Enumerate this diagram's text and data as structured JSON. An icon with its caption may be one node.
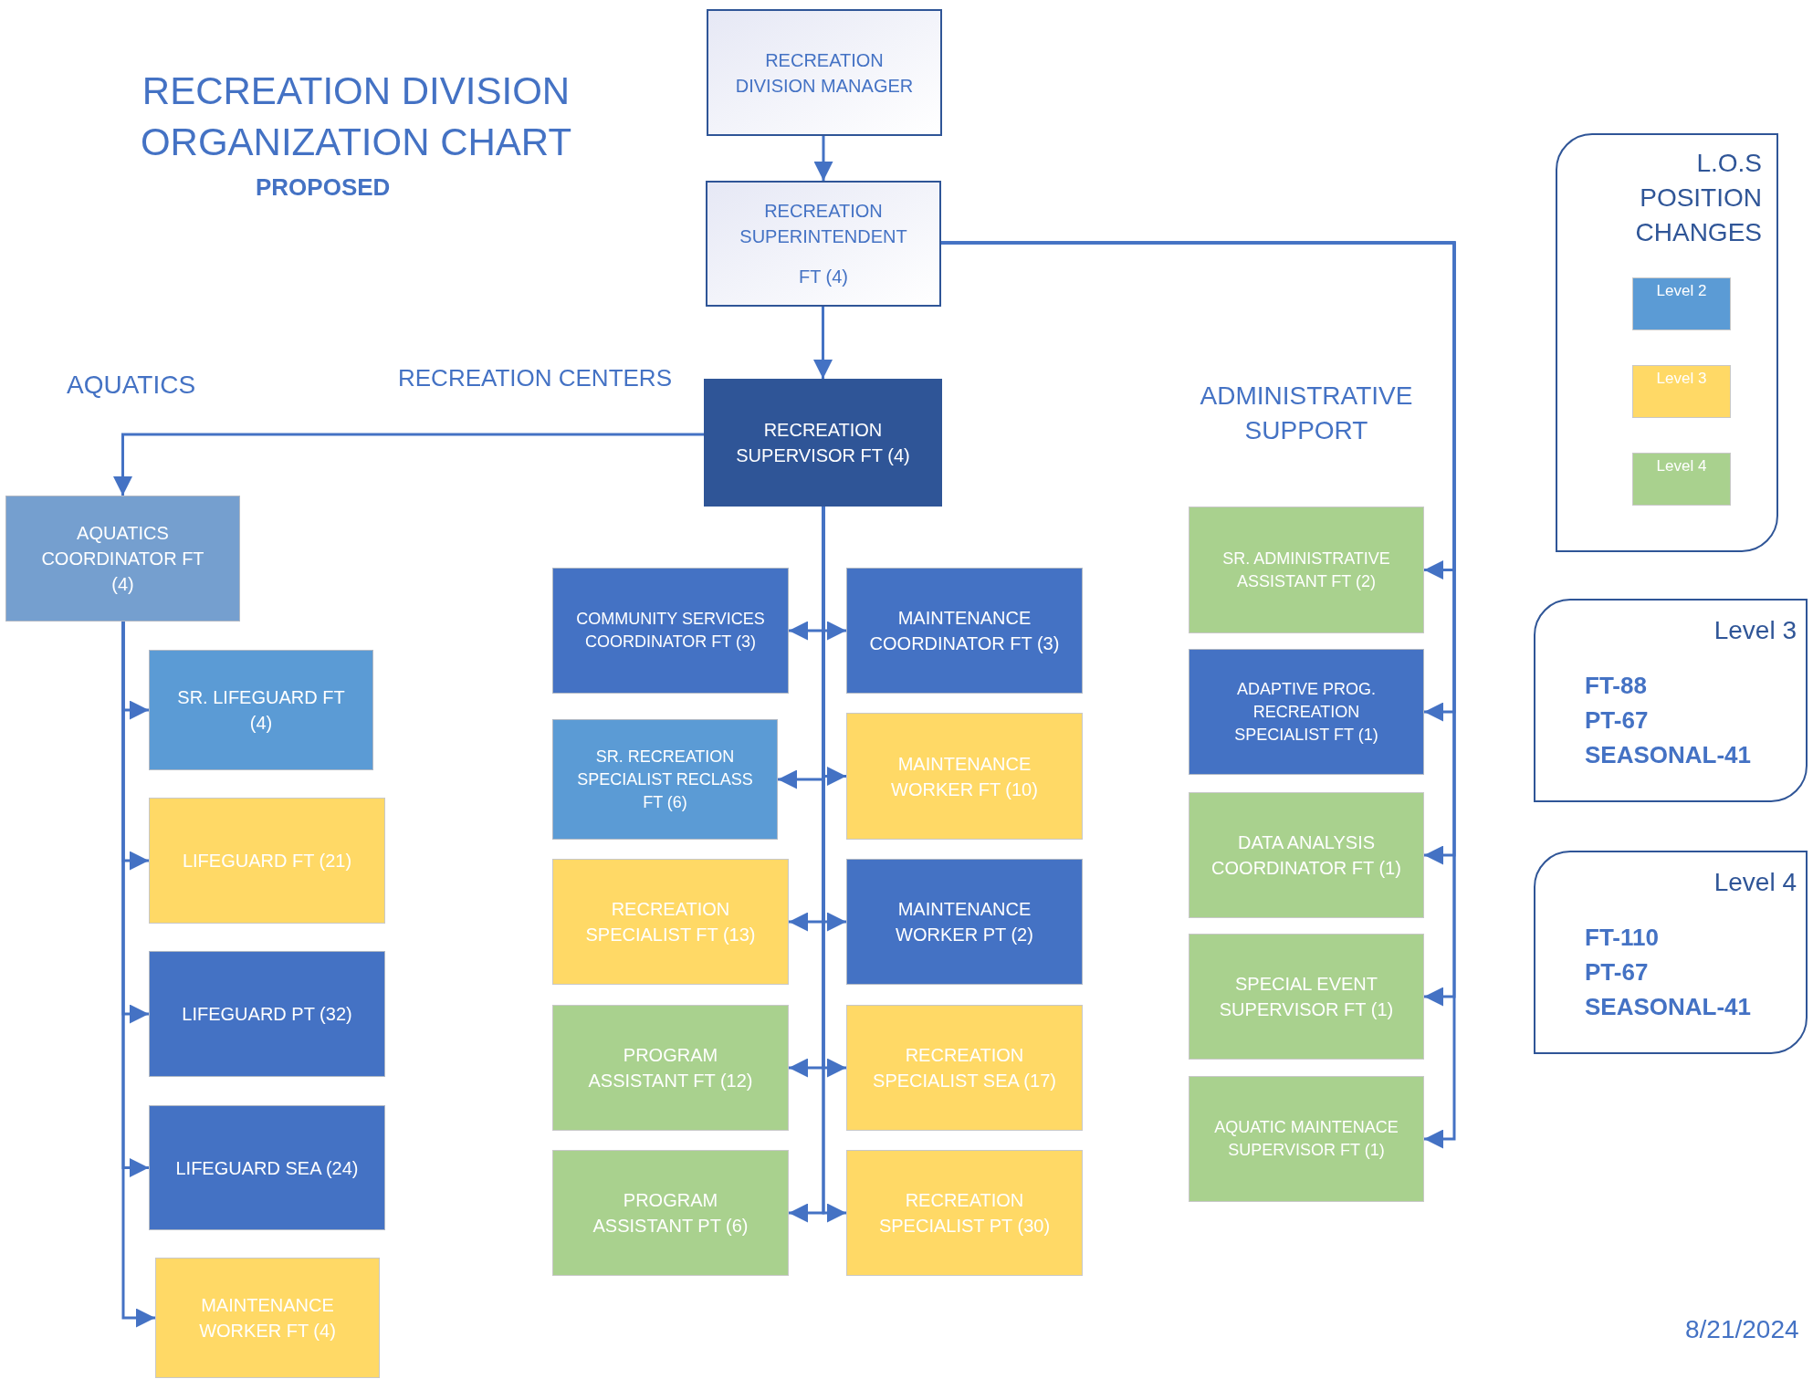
{
  "diagram": {
    "title": "RECREATION DIVISION ORGANIZATION CHART",
    "nodes": [
      {
        "text": [
          "RECREATION DIVISION MANAGER"
        ]
      },
      {
        "text": [
          "RECREATION SUPERINTENDENT",
          "FT (4)"
        ]
      },
      {
        "text": [
          "RECREATION SUPERVISOR FT (4)"
        ]
      },
      {
        "text": [
          "AQUATICS COORDINATOR FT (4)"
        ]
      },
      {
        "text": [
          "SR. LIFEGUARD FT (4)"
        ]
      },
      {
        "text": [
          "LIFEGUARD FT (21)"
        ]
      },
      {
        "text": [
          "LIFEGUARD PT (32)"
        ]
      },
      {
        "text": [
          "LIFEGUARD SEA (24)"
        ]
      },
      {
        "text": [
          "MAINTENANCE WORKER FT (4)"
        ]
      },
      {
        "text": [
          "COMMUNITY SERVICES COORDINATOR FT (3)"
        ]
      },
      {
        "text": [
          "MAINTENANCE COORDINATOR FT (3)"
        ]
      },
      {
        "text": [
          "SR. RECREATION SPECIALIST RECLASS FT (6)"
        ]
      },
      {
        "text": [
          "MAINTENANCE WORKER FT (10)"
        ]
      },
      {
        "text": [
          "RECREATION SPECIALIST FT (13)"
        ]
      },
      {
        "text": [
          "MAINTENANCE WORKER PT (2)"
        ]
      },
      {
        "text": [
          "PROGRAM ASSISTANT FT (12)"
        ]
      },
      {
        "text": [
          "RECREATION SPECIALIST SEA (17)"
        ]
      },
      {
        "text": [
          "PROGRAM ASSISTANT PT (6)"
        ]
      },
      {
        "text": [
          "RECREATION SPECIALIST PT (30)"
        ]
      },
      {
        "text": [
          "SR. ADMINISTRATIVE ASSISTANT FT (2)"
        ]
      },
      {
        "text": [
          "ADAPTIVE PROG. RECREATION SPECIALIST FT (1)"
        ]
      },
      {
        "text": [
          "DATA ANALYSIS COORDINATOR FT (1)"
        ]
      },
      {
        "text": [
          "SPECIAL EVENT SUPERVISOR FT (1)"
        ]
      },
      {
        "text": [
          "AQUATIC MAINTENACE SUPERVISOR FT (1)"
        ]
      },
      {
        "text": [
          "L.O.S POSITION CHANGES"
        ]
      },
      {
        "text": [
          "Level 3",
          "FT-88",
          "PT-67",
          "SEASONAL-41"
        ]
      },
      {
        "text": [
          "Level 4",
          "FT-110",
          "PT-67",
          "SEASONAL-41"
        ]
      }
    ],
    "edges": [
      {
        "from": 0,
        "to": 1,
        "arrow": "to"
      },
      {
        "from": 1,
        "to": 2,
        "arrow": "to"
      },
      {
        "from": 1,
        "to": 19,
        "arrow": "to"
      },
      {
        "from": 1,
        "to": 20,
        "arrow": "to"
      },
      {
        "from": 1,
        "to": 21,
        "arrow": "to"
      },
      {
        "from": 1,
        "to": 22,
        "arrow": "to"
      },
      {
        "from": 1,
        "to": 23,
        "arrow": "to"
      },
      {
        "from": 2,
        "to": 3,
        "arrow": "to"
      },
      {
        "from": 3,
        "to": 4,
        "arrow": "to"
      },
      {
        "from": 3,
        "to": 5,
        "arrow": "to"
      },
      {
        "from": 3,
        "to": 6,
        "arrow": "to"
      },
      {
        "from": 3,
        "to": 7,
        "arrow": "to"
      },
      {
        "from": 3,
        "to": 8,
        "arrow": "to"
      },
      {
        "from": 2,
        "to": 9,
        "arrow": "to"
      },
      {
        "from": 2,
        "to": 10,
        "arrow": "to"
      },
      {
        "from": 2,
        "to": 11,
        "arrow": "to"
      },
      {
        "from": 2,
        "to": 12,
        "arrow": "to"
      },
      {
        "from": 2,
        "to": 13,
        "arrow": "to"
      },
      {
        "from": 2,
        "to": 14,
        "arrow": "to"
      },
      {
        "from": 2,
        "to": 15,
        "arrow": "to"
      },
      {
        "from": 2,
        "to": 16,
        "arrow": "to"
      },
      {
        "from": 2,
        "to": 17,
        "arrow": "to"
      },
      {
        "from": 2,
        "to": 18,
        "arrow": "to"
      }
    ],
    "labels": [
      "PROPOSED",
      "AQUATICS",
      "RECREATION CENTERS",
      "ADMINISTRATIVE SUPPORT",
      "8/21/2024"
    ],
    "legend": [
      {
        "text": "Level 2",
        "color": "#5b9bd5"
      },
      {
        "text": "Level 3",
        "color": "#ffd966"
      },
      {
        "text": "Level 4",
        "color": "#a9d18e"
      }
    ]
  }
}
